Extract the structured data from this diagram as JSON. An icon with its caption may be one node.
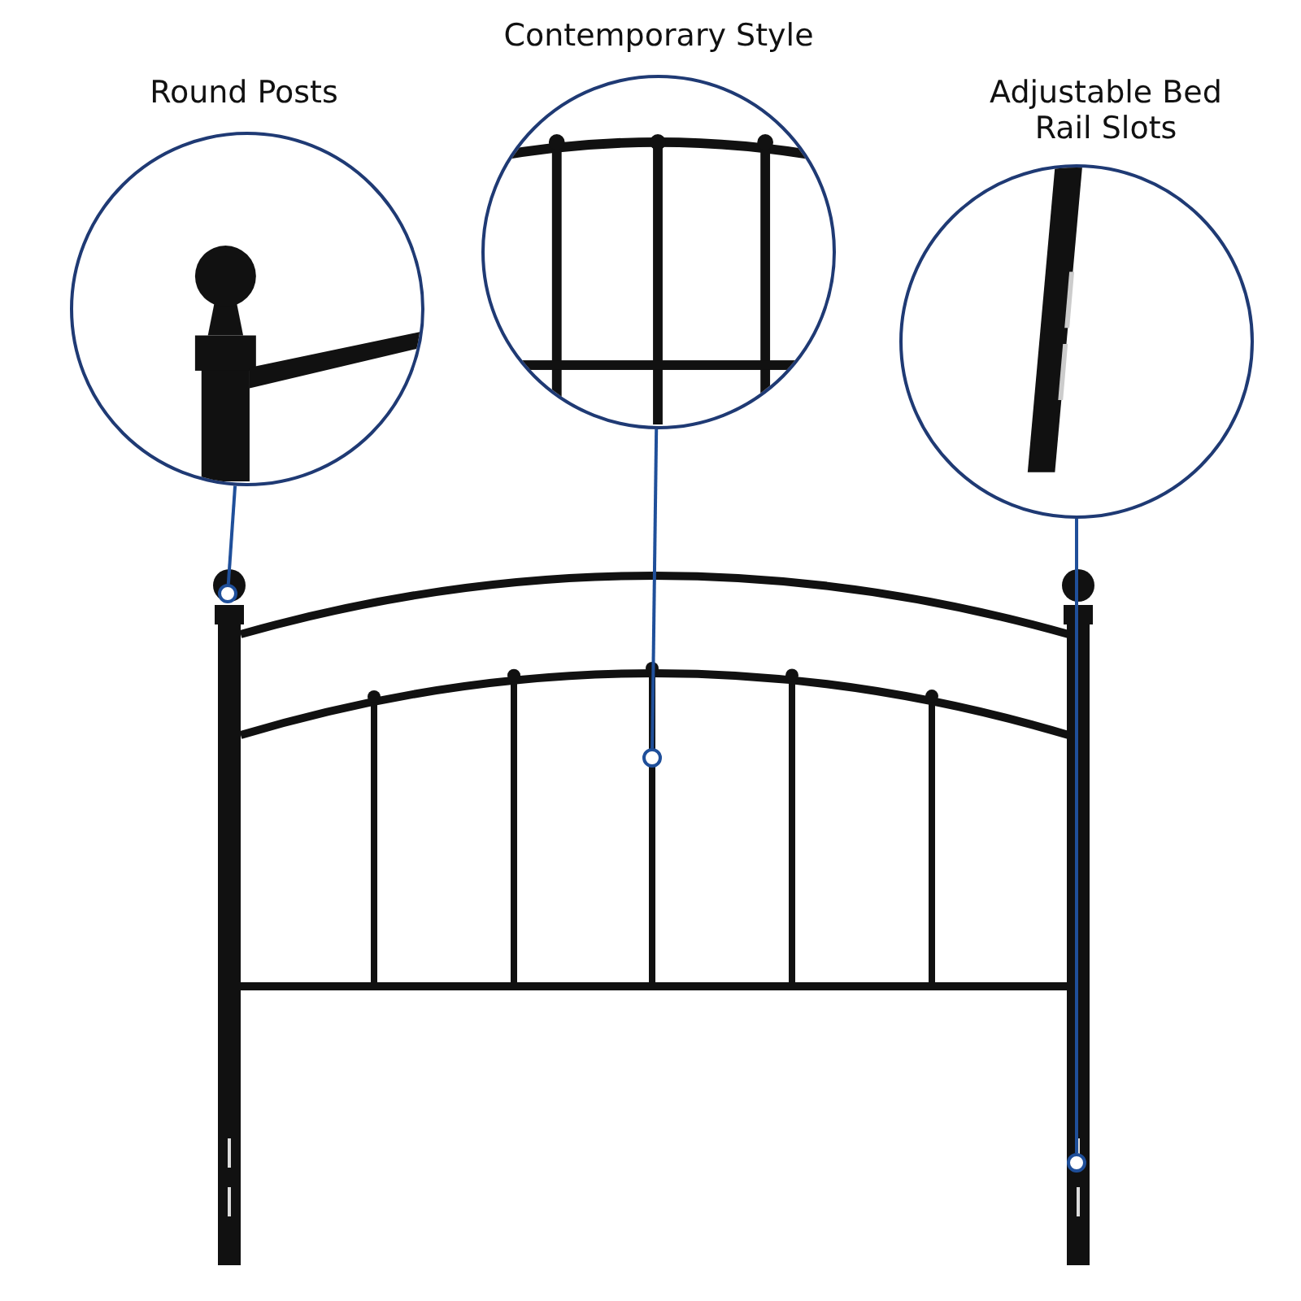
{
  "diagram": {
    "nodes": [
      {
        "text": [
          "Round Posts"
        ]
      },
      {
        "text": [
          "Contemporary Style"
        ]
      },
      {
        "text": [
          "Adjustable Bed Rail Slots"
        ]
      },
      {
        "text": [],
        "shape": "circle"
      },
      {
        "text": [],
        "shape": "circle"
      },
      {
        "text": [],
        "shape": "circle"
      }
    ],
    "edges": [
      {
        "from": 0,
        "to": 3,
        "arrow": "none"
      },
      {
        "from": 1,
        "to": 4,
        "arrow": "none"
      },
      {
        "from": 2,
        "to": 5,
        "arrow": "none"
      }
    ]
  }
}
